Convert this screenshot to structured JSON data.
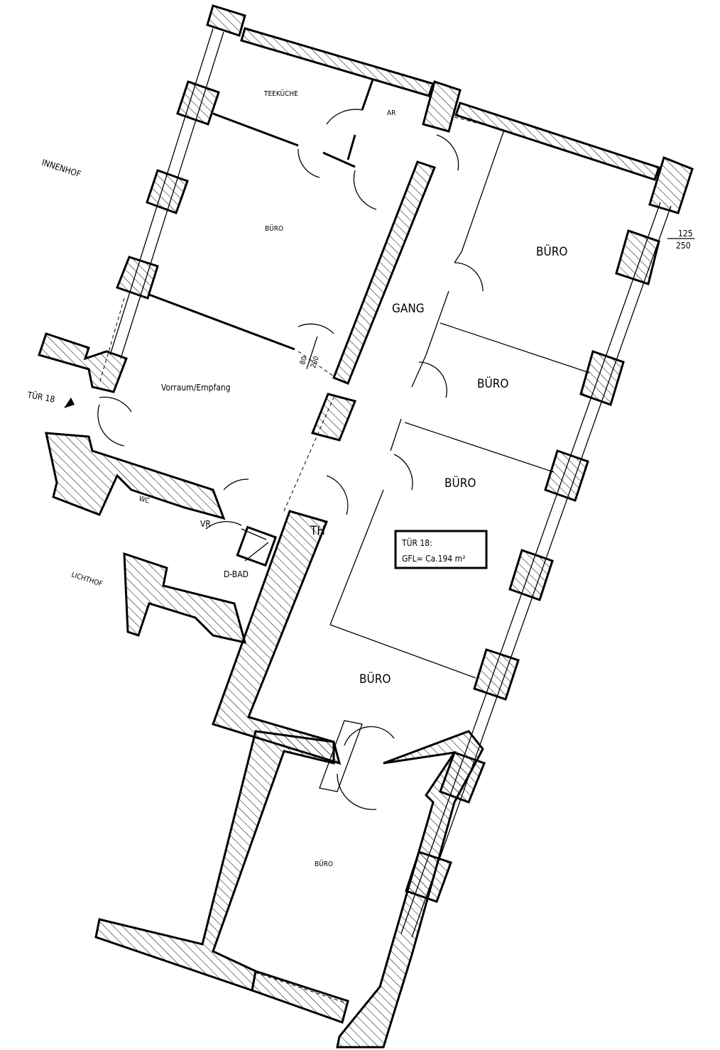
{
  "plan": {
    "rooms": {
      "teekueche": "TEEKÜCHE",
      "ar": "AR",
      "buero_top_left": "BÜRO",
      "buero_top_right": "BÜRO",
      "gang": "GANG",
      "buero_mid_small": "BÜRO",
      "buero_mid": "BÜRO",
      "vorraum": "Vorraum/Empfang",
      "wc": "WC",
      "vr": "VR",
      "dbad": "D-BAD",
      "th": "TH",
      "buero_lower": "BÜRO",
      "buero_bottom": "BÜRO"
    },
    "outside": {
      "innenhof": "INNENHOF",
      "lichthof": "LICHTHOF"
    },
    "entrance_label": "TÜR 18",
    "door_dim": {
      "width": "80",
      "height": "200"
    },
    "window_dim": {
      "width": "125",
      "height": "250"
    },
    "info_box": {
      "line1": "TÜR 18:",
      "line2": "GFL= Ca.194 m²"
    }
  }
}
